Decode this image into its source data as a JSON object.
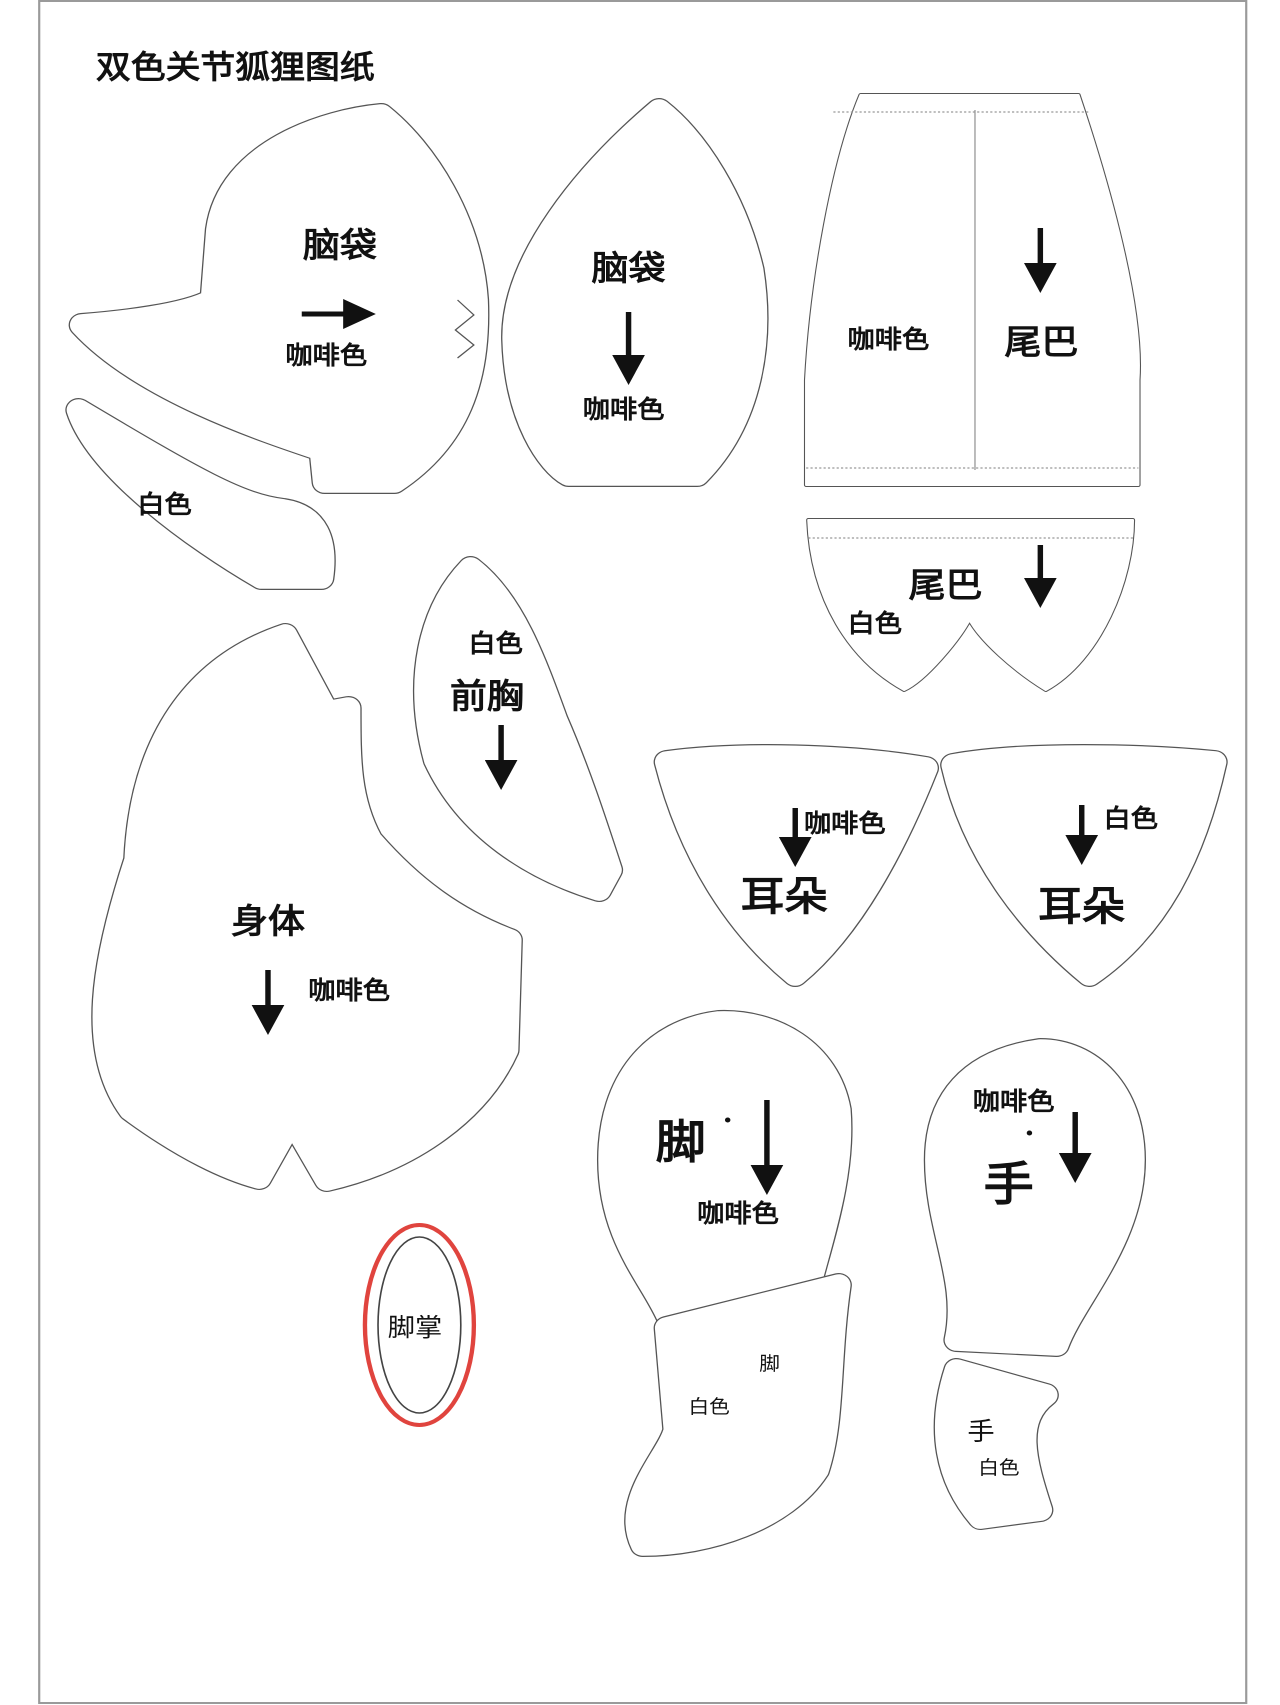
{
  "title": "双色关节狐狸图纸",
  "pieces": {
    "head_side": {
      "name": "脑袋",
      "color": "咖啡色"
    },
    "head_gusset": {
      "name": "脑袋",
      "color": "咖啡色"
    },
    "cheek": {
      "color": "白色"
    },
    "tail_top": {
      "name": "尾巴",
      "color": "咖啡色"
    },
    "tail_bottom": {
      "name": "尾巴",
      "color": "白色"
    },
    "chest": {
      "name": "前胸",
      "color": "白色"
    },
    "body": {
      "name": "身体",
      "color": "咖啡色"
    },
    "ear_brown": {
      "name": "耳朵",
      "color": "咖啡色"
    },
    "ear_white": {
      "name": "耳朵",
      "color": "白色"
    },
    "sole": {
      "name": "脚掌"
    },
    "foot_upper": {
      "name": "脚",
      "color": "咖啡色"
    },
    "foot_lower": {
      "name": "脚",
      "color": "白色"
    },
    "hand_upper": {
      "name": "手",
      "color": "咖啡色"
    },
    "hand_lower": {
      "name": "手",
      "color": "白色"
    }
  },
  "highlight_color": "#e0443e",
  "line_color": "#555555"
}
